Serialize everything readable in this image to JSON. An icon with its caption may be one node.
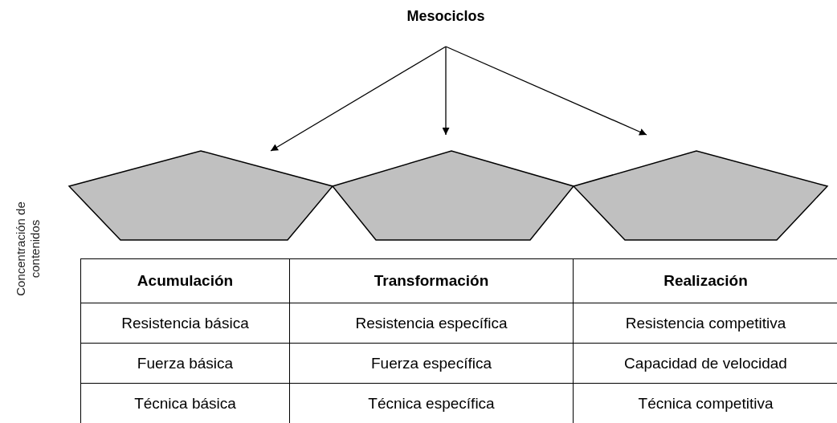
{
  "diagram": {
    "nodes": [
      {
        "text": [
          "Mesociclos"
        ]
      },
      {
        "text": [],
        "shape": "pentagon"
      },
      {
        "text": [],
        "shape": "pentagon"
      },
      {
        "text": [],
        "shape": "pentagon"
      }
    ],
    "edges": [
      {
        "from": 0,
        "to": 1,
        "arrow": "to"
      },
      {
        "from": 0,
        "to": 2,
        "arrow": "to"
      },
      {
        "from": 0,
        "to": 3,
        "arrow": "to"
      }
    ],
    "labels": [
      "Concentración de contenidos",
      "Acumulación",
      "Transformación",
      "Realización",
      "Resistencia básica",
      "Resistencia específica",
      "Resistencia competitiva",
      "Fuerza básica",
      "Fuerza específica",
      "Capacidad de velocidad",
      "Técnica básica",
      "Técnica específica",
      "Técnica competitiva"
    ]
  }
}
